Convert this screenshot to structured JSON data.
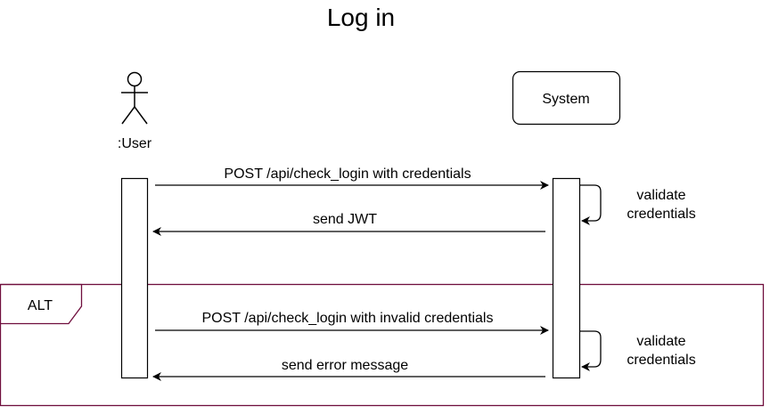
{
  "title": "Log in",
  "participants": {
    "user": {
      "label": ":User"
    },
    "system": {
      "label": "System"
    }
  },
  "messages": [
    {
      "text": "POST /api/check_login with credentials",
      "direction": "request"
    },
    {
      "text": "send JWT",
      "direction": "response"
    },
    {
      "text": "POST /api/check_login with invalid credentials",
      "direction": "request"
    },
    {
      "text": "send error message",
      "direction": "response"
    }
  ],
  "self_messages": [
    {
      "line1": "validate",
      "line2": "credentials"
    },
    {
      "line1": "validate",
      "line2": "credentials"
    }
  ],
  "fragment": {
    "label": "ALT",
    "color": "#6F0E3D"
  }
}
